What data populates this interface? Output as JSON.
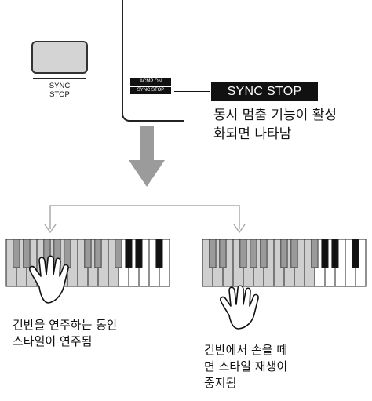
{
  "button": {
    "caption_line1": "SYNC",
    "caption_line2": "STOP"
  },
  "display": {
    "indicator_top": "ACMP ON",
    "indicator_bottom": "SYNC STOP",
    "badge": "SYNC STOP"
  },
  "description": {
    "line1": "동시 멈춤 기능이 활성",
    "line2": "화되면 나타남"
  },
  "left_caption": {
    "line1": "건반을 연주하는 동안",
    "line2": "스타일이 연주됨"
  },
  "right_caption": {
    "line1": "건반에서 손을 떼",
    "line2": "면 스타일 재생이",
    "line3": "중지됨"
  },
  "colors": {
    "arrow": "#9b9b9b",
    "branch": "#aaaaaa",
    "key_gray": "#cfcfcf",
    "button_fill": "#d4d4d4",
    "ink": "#111111"
  }
}
